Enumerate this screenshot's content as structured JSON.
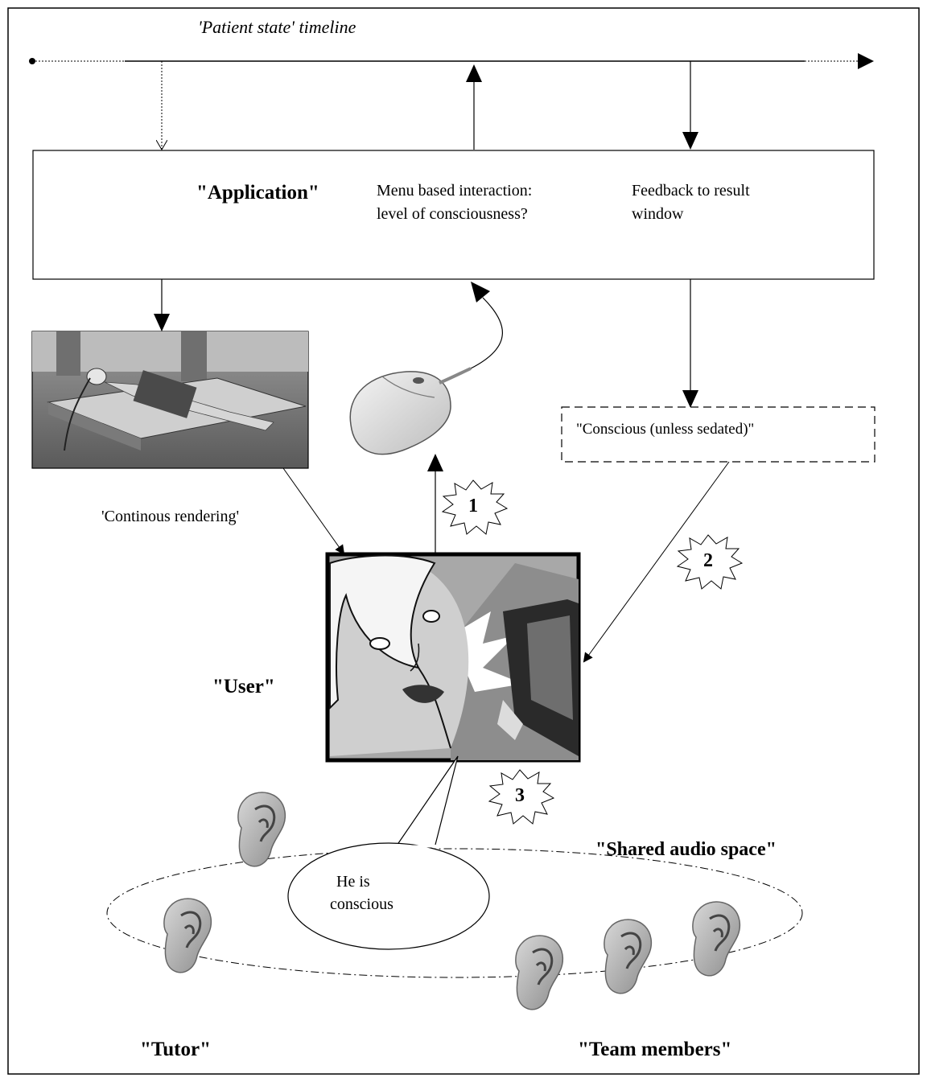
{
  "timeline": {
    "label": "'Patient state' timeline"
  },
  "application": {
    "label": "\"Application\"",
    "menu_text": [
      "Menu based interaction:",
      "level of consciousness?"
    ],
    "feedback_text": [
      "Feedback to result",
      "window"
    ]
  },
  "result": {
    "label": "\"Conscious  (unless sedated)\""
  },
  "rendering": {
    "label": "'Continous rendering'"
  },
  "user": {
    "label": "\"User\""
  },
  "steps": [
    "1",
    "2",
    "3"
  ],
  "speech": {
    "lines": [
      "He is",
      "conscious"
    ]
  },
  "audio_space": {
    "label": "\"Shared audio space\""
  },
  "tutor": {
    "label": "\"Tutor\""
  },
  "team": {
    "label": "\"Team members\""
  }
}
